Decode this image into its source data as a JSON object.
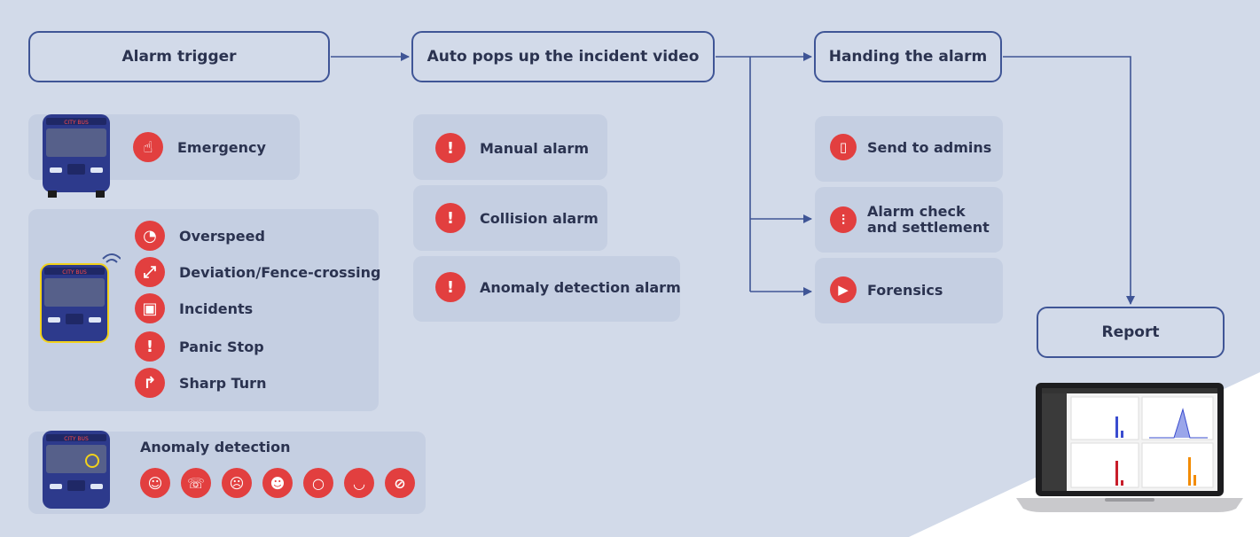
{
  "nodes": {
    "alarm_trigger": "Alarm trigger",
    "auto_popup": "Auto pops up the incident video",
    "handling": "Handing the alarm",
    "report": "Report"
  },
  "trigger_panel": {
    "emergency": "Emergency",
    "events": [
      "Overspeed",
      "Deviation/Fence-crossing",
      "Incidents",
      "Panic Stop",
      "Sharp Turn"
    ],
    "anomaly_title": "Anomaly detection",
    "bus_sign": "CITY BUS"
  },
  "alarm_types": [
    "Manual alarm",
    "Collision alarm",
    "Anomaly detection alarm"
  ],
  "actions": {
    "send": "Send to admins",
    "check": [
      "Alarm check",
      "and settlement"
    ],
    "forensics": "Forensics"
  },
  "icons": {
    "emergency": "hand-press-alert-icon",
    "overspeed": "speedometer-icon",
    "deviation": "lane-deviation-icon",
    "incidents": "bus-incident-icon",
    "panic_stop": "brake-alert-icon",
    "sharp_turn": "sharp-turn-icon",
    "alarm": "exclamation-icon",
    "send": "phone-icon",
    "check": "audio-wave-icon",
    "forensics": "play-clock-icon",
    "anomaly": [
      "smoking-icon",
      "phone-call-icon",
      "drowsy-icon",
      "distraction-icon",
      "yawning-icon",
      "eyes-closed-icon",
      "camera-blocked-icon"
    ]
  },
  "colors": {
    "background": "#d2dae9",
    "panel": "#c5cfe2",
    "accent": "#e23f3f",
    "line": "#3f5596",
    "bus": "#2d3a8c",
    "bus_highlight": "#f2d21b"
  }
}
